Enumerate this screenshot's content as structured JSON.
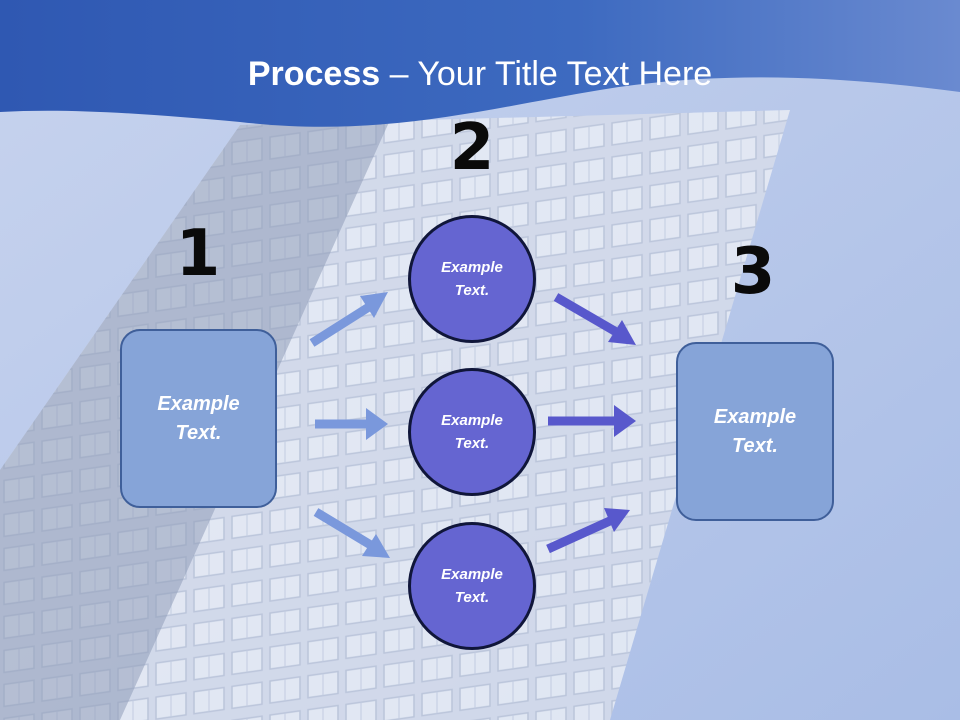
{
  "slide": {
    "title_bold": "Process",
    "title_rest": " – Your Title Text Here"
  },
  "stages": [
    {
      "number": "1",
      "items": [
        {
          "text": "Example\nText."
        }
      ]
    },
    {
      "number": "2",
      "items": [
        {
          "text": "Example\nText."
        },
        {
          "text": "Example\nText."
        },
        {
          "text": "Example\nText."
        }
      ]
    },
    {
      "number": "3",
      "items": [
        {
          "text": "Example\nText."
        }
      ]
    }
  ],
  "colors": {
    "header": "#3f68b8",
    "sky": "#b7c6e8",
    "box_fill": "#86a4d8",
    "circle_fill": "#6565d1",
    "left_arrows": "#7a98dc",
    "right_arrows": "#5858cc"
  }
}
